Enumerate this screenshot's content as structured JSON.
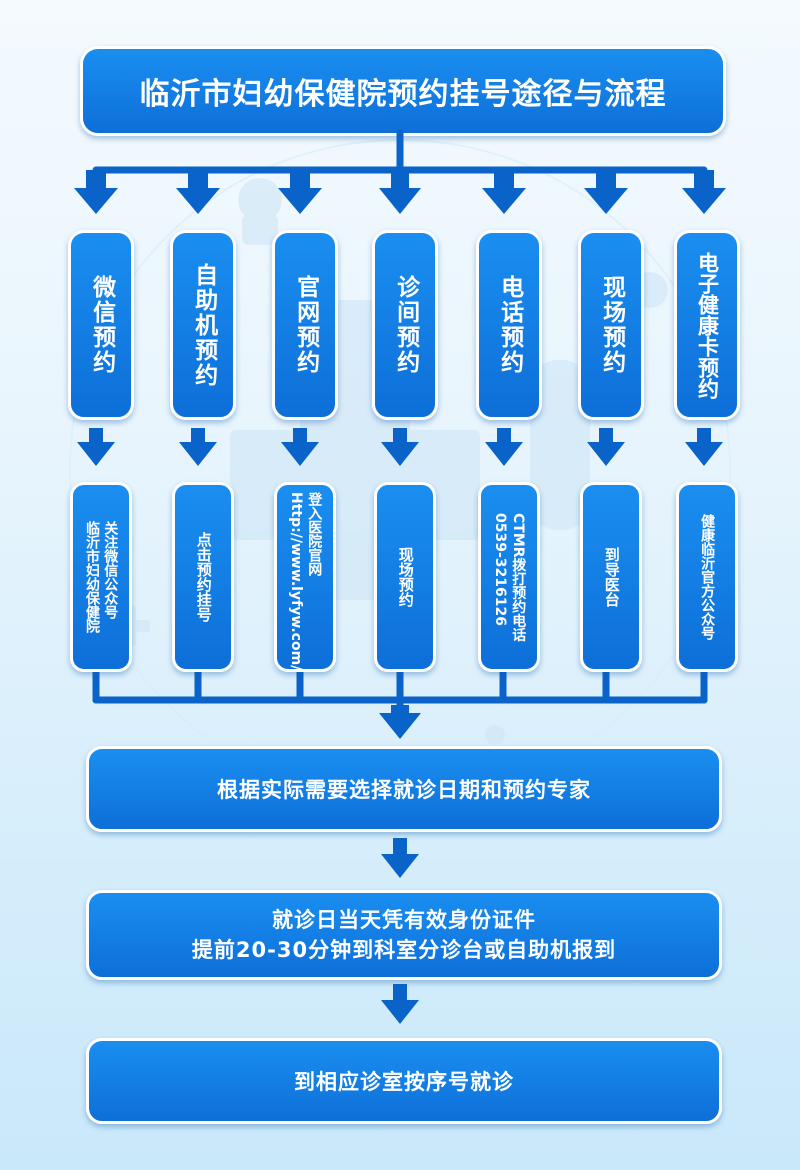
{
  "title": "临沂市妇幼保健院预约挂号途径与流程",
  "methods": [
    {
      "label": "微信预约",
      "detail": "关注微信公众号\n临沂市妇幼保健院"
    },
    {
      "label": "自助机预约",
      "detail": "点击预约挂号"
    },
    {
      "label": "官网预约",
      "detail": "登入医院官网\nHttp://www.lyfyw.com/"
    },
    {
      "label": "诊间预约",
      "detail": "现场预约"
    },
    {
      "label": "电话预约",
      "detail": "CTMR拨打预约电话\n0539-3216126"
    },
    {
      "label": "现场预约",
      "detail": "到导医台"
    },
    {
      "label": "电子健康卡预约",
      "detail": "健康临沂官方公众号"
    }
  ],
  "steps": {
    "s1": "根据实际需要选择就诊日期和预约专家",
    "s2_line1": "就诊日当天凭有效身份证件",
    "s2_line2": "提前20-30分钟到科室分诊台或自助机报到",
    "s3": "到相应诊室按序号就诊"
  },
  "colors": {
    "box": "#0d6fd8",
    "arrow": "#0a63c9",
    "background": "#e9f5fd"
  }
}
